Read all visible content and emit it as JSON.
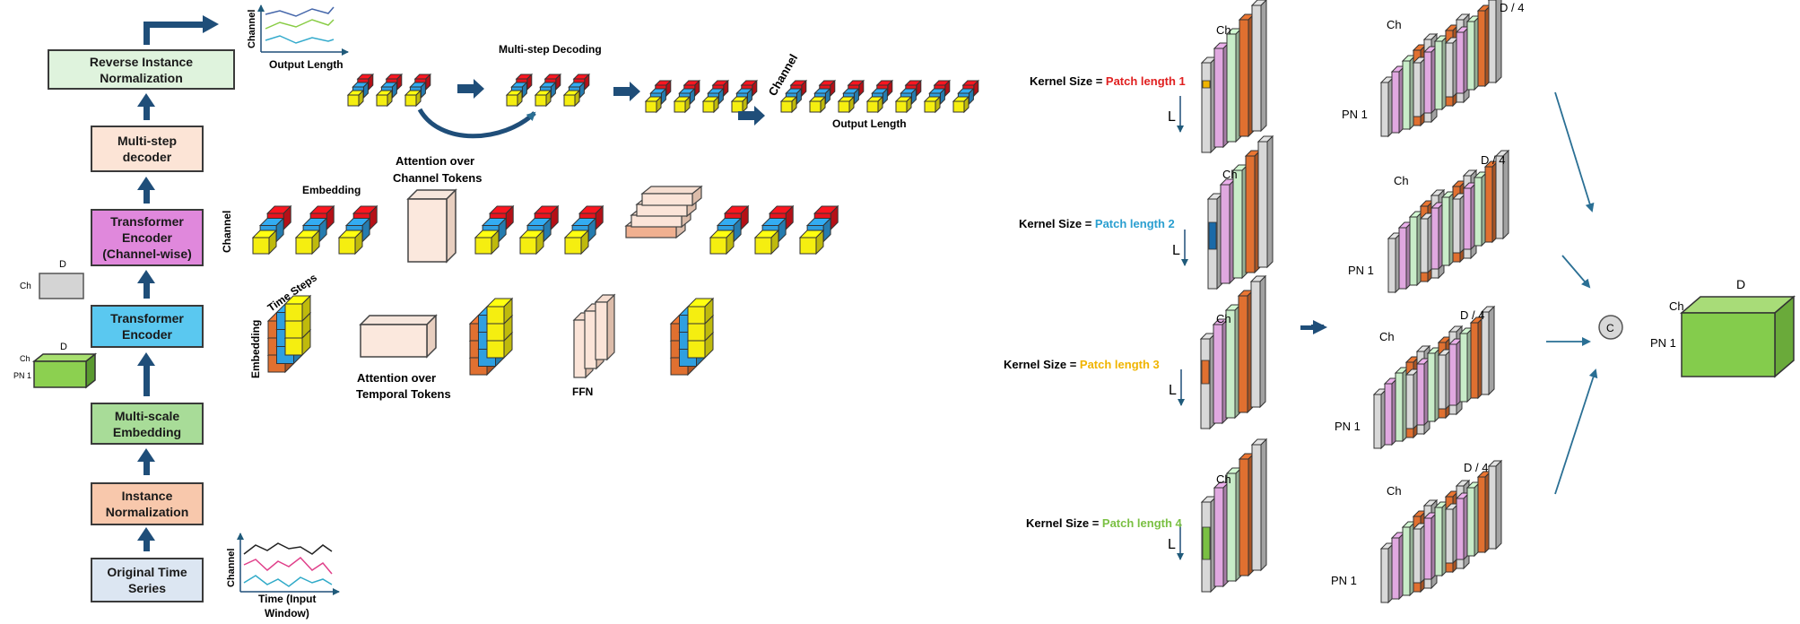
{
  "pipeline": {
    "reverse_norm": "Reverse Instance\nNormalization",
    "decoder": "Multi-step\ndecoder",
    "encoder_channel": "Transformer\nEncoder\n(Channel-wise)",
    "encoder": "Transformer\nEncoder",
    "embedding": "Multi-scale\nEmbedding",
    "instance_norm": "Instance\nNormalization",
    "original": "Original Time\nSeries"
  },
  "mini": {
    "d": "D",
    "ch": "Ch",
    "pn1": "PN 1"
  },
  "plots": {
    "channel": "Channel",
    "output_length": "Output Length",
    "time_input_1": "Time (Input",
    "time_input_2": "Window)"
  },
  "middle": {
    "multi_step_decoding": "Multi-step Decoding",
    "channel": "Channel",
    "output_length": "Output Length",
    "embedding": "Embedding",
    "attn_channel_1": "Attention over",
    "attn_channel_2": "Channel Tokens",
    "ffn": "FFN",
    "time_steps": "Time Steps",
    "attn_temporal_1": "Attention over",
    "attn_temporal_2": "Temporal Tokens"
  },
  "right": {
    "kernel_prefix": "Kernel Size = ",
    "kernels": [
      {
        "text": "Patch length 1",
        "color": "#e02020"
      },
      {
        "text": "Patch length 2",
        "color": "#2a9fd0"
      },
      {
        "text": "Patch length  3",
        "color": "#f0b400"
      },
      {
        "text": "Patch length 4",
        "color": "#7ac043"
      }
    ],
    "ch": "Ch",
    "l": "L",
    "d4": [
      "D / 4",
      "D / 4",
      "D / 4",
      "D / 4"
    ],
    "pn1": "PN 1",
    "concat": "C",
    "final_d": "D",
    "final_ch": "Ch",
    "final_pn1": "PN 1"
  },
  "colors": {
    "red": "#e8141e",
    "blue": "#2f9fe0",
    "yellow": "#f5ee10",
    "orange": "#e07030",
    "green_box": "#d8f0d0",
    "pink_box": "#e090d8",
    "cyan_box": "#5ac8f0",
    "peach_box": "#fce4d6",
    "slate_box": "#dce6f2",
    "bar_gray": "#d8d8d8",
    "bar_pink": "#e0a8e0",
    "bar_green": "#c8ecc8",
    "bar_orange": "#e07030",
    "final_green": "#84cc4c",
    "arrow": "#1f4e79"
  }
}
